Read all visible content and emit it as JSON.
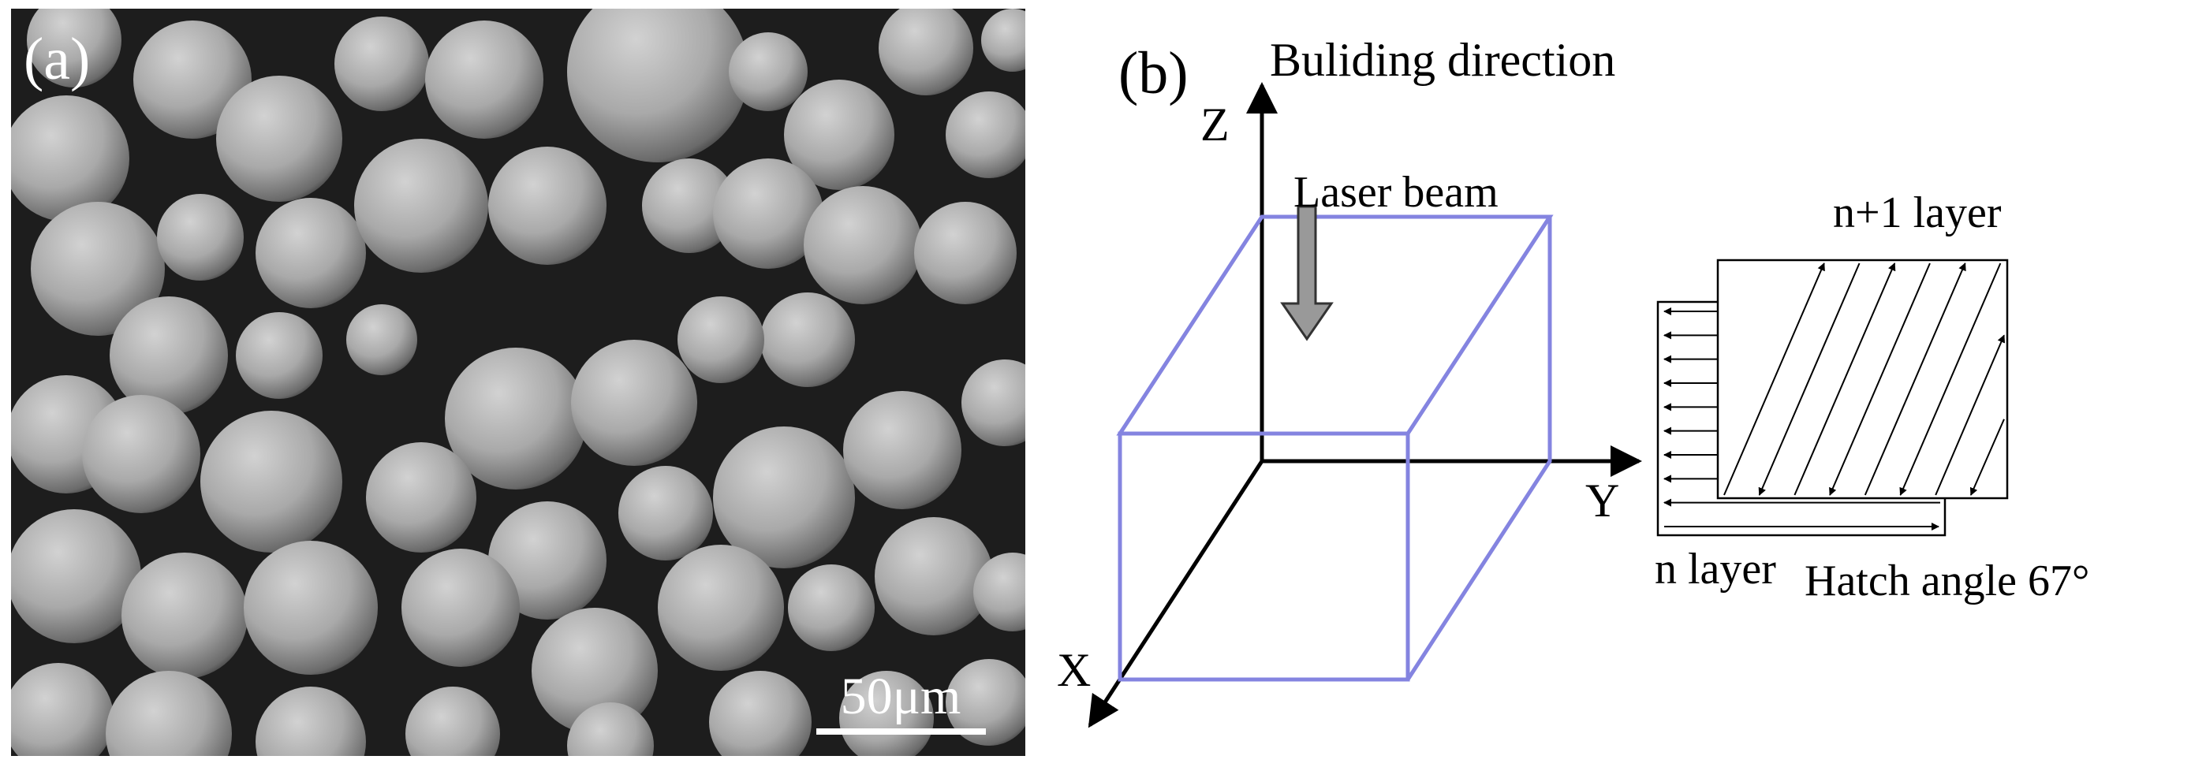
{
  "panel_a": {
    "label": "(a)",
    "scale_bar_text": "50μm"
  },
  "panel_b": {
    "label": "(b)",
    "axis_z": "Z",
    "axis_y": "Y",
    "axis_x": "X",
    "building_direction": "Buliding direction",
    "laser_beam": "Laser beam",
    "layer_top": "n+1 layer",
    "layer_bottom": "n layer",
    "hatch_angle": "Hatch angle 67°"
  },
  "colors": {
    "cube_edge": "#8484e0",
    "beam_fill": "#999999",
    "particle_dark_bg": "#1a1a1a"
  }
}
